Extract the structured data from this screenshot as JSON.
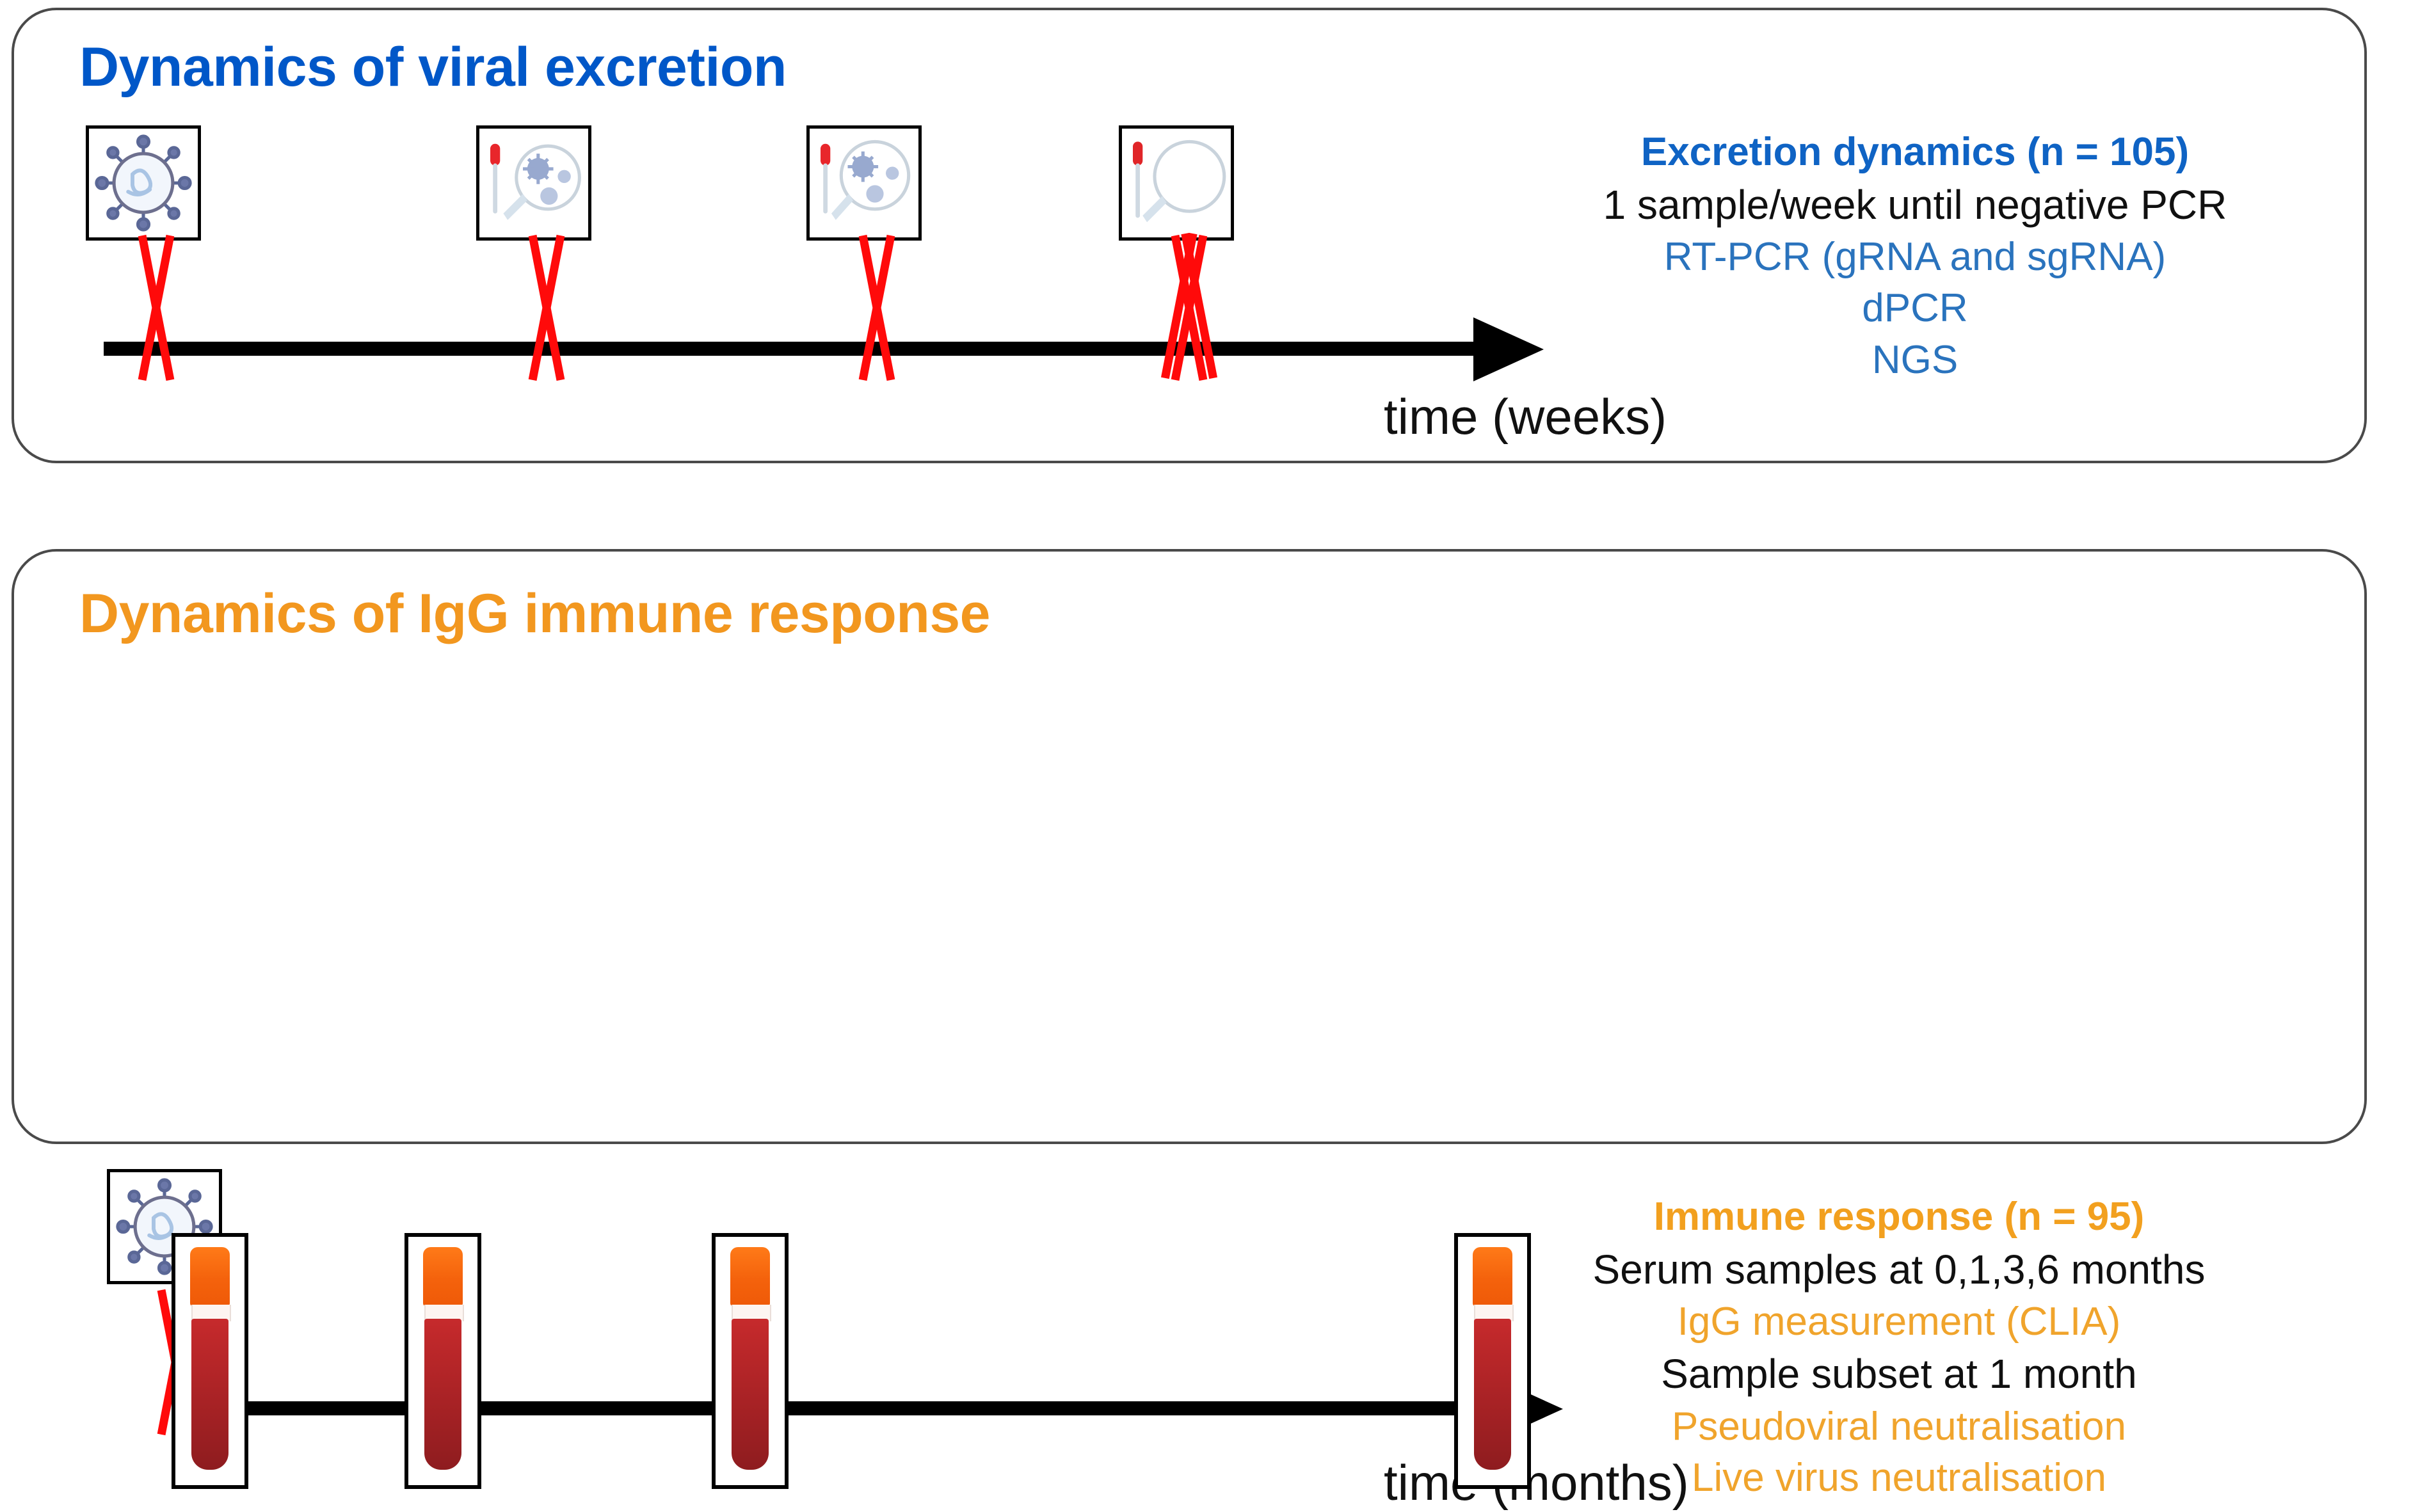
{
  "panels": [
    {
      "id": "excretion",
      "title": "Dynamics of viral excretion",
      "title_color": "#0057c8",
      "axis_label": "time (weeks)",
      "info": {
        "heading": "Excretion dynamics (n = 105)",
        "lines": [
          "1 sample/week until negative PCR",
          "RT-PCR (gRNA and sgRNA)",
          "dPCR",
          "NGS"
        ]
      },
      "timepoints": [
        {
          "icon": "coronavirus-icon",
          "marker": "red-x-marker"
        },
        {
          "icon": "swab-positive-icon",
          "marker": "red-x-marker"
        },
        {
          "icon": "swab-positive-icon",
          "marker": "red-x-marker"
        },
        {
          "icon": "swab-negative-icon",
          "marker": "red-double-x-marker"
        }
      ]
    },
    {
      "id": "immune",
      "title": "Dynamics of IgG immune response",
      "title_color": "#f2971f",
      "axis_label": "time (months)",
      "info": {
        "heading": "Immune response (n = 95)",
        "lines": [
          "Serum samples at 0,1,3,6 months",
          "IgG measurement (CLIA)",
          "Sample subset at 1 month",
          "Pseudoviral neutralisation",
          "Live virus neutralisation"
        ]
      },
      "timepoints": [
        {
          "icon": "coronavirus-icon",
          "marker": "red-x-marker"
        },
        {
          "icon": "blood-tube-icon",
          "marker": "none"
        },
        {
          "icon": "blood-tube-icon",
          "marker": "none"
        },
        {
          "icon": "blood-tube-icon",
          "marker": "none"
        },
        {
          "icon": "blood-tube-icon",
          "marker": "none"
        }
      ]
    }
  ],
  "colors": {
    "title_blue": "#0057c8",
    "title_orange": "#f2971f",
    "accent_blue": "#2a73bd",
    "accent_orange": "#f0a42c",
    "marker_red": "#ff0a0a",
    "panel_border": "#4a4a4a",
    "axis_black": "#000000"
  }
}
